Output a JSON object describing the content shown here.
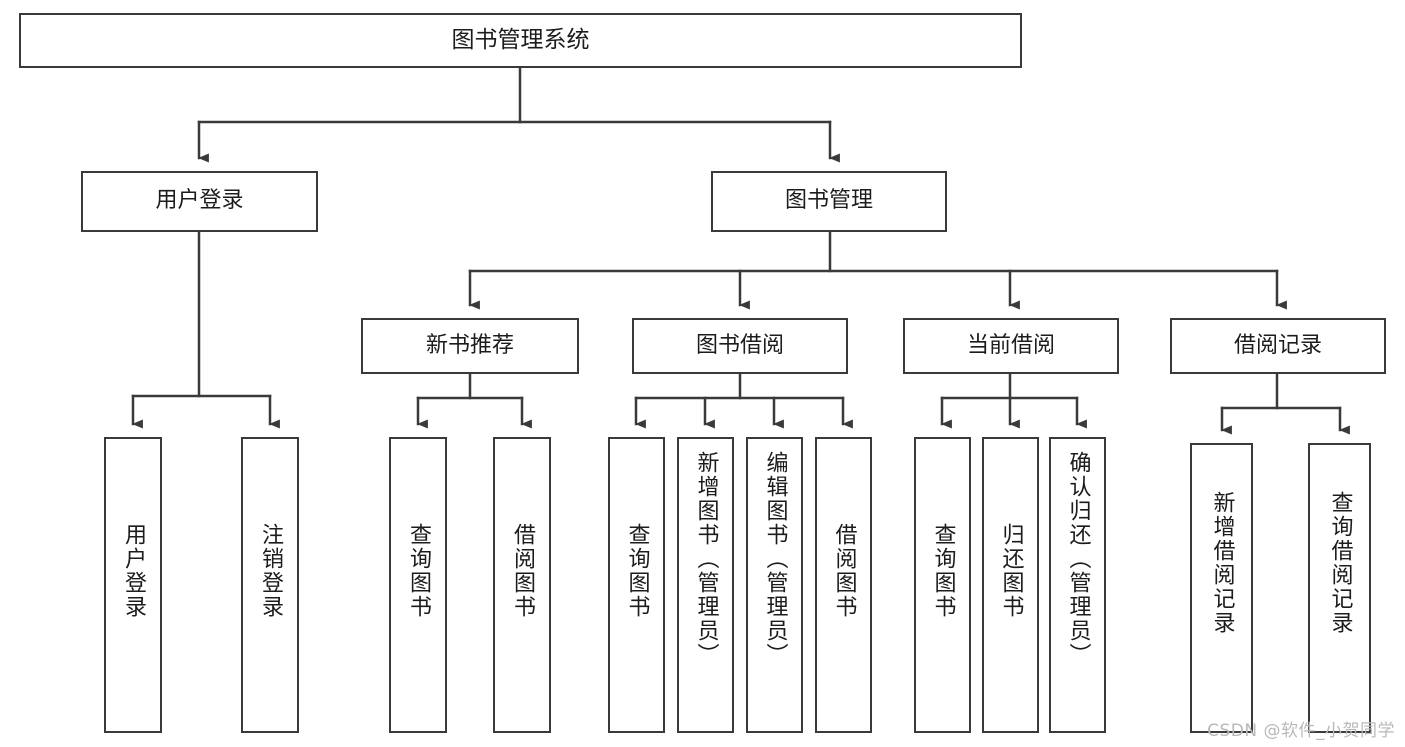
{
  "diagram": {
    "type": "tree-hierarchy",
    "title": "图书管理系统",
    "watermark": "CSDN @软件_小贺同学",
    "colors": {
      "box_border": "#3a3a3a",
      "connector": "#3a3a3a",
      "background": "#ffffff",
      "text": "#1c1c1c",
      "watermark": "#b9b9b9"
    },
    "root": {
      "label": "图书管理系统"
    },
    "level1": [
      {
        "label": "用户登录"
      },
      {
        "label": "图书管理"
      }
    ],
    "level2": [
      {
        "label": "新书推荐"
      },
      {
        "label": "图书借阅"
      },
      {
        "label": "当前借阅"
      },
      {
        "label": "借阅记录"
      }
    ],
    "leaves": {
      "user_login": [
        {
          "label": "用户登录"
        },
        {
          "label": "注销登录"
        }
      ],
      "new_book_recommend": [
        {
          "label": "查询图书"
        },
        {
          "label": "借阅图书"
        }
      ],
      "book_borrow": [
        {
          "label": "查询图书"
        },
        {
          "label": "新增图书（管理员）"
        },
        {
          "label": "编辑图书（管理员）"
        },
        {
          "label": "借阅图书"
        }
      ],
      "current_borrow": [
        {
          "label": "查询图书"
        },
        {
          "label": "归还图书"
        },
        {
          "label": "确认归还（管理员）"
        }
      ],
      "borrow_record": [
        {
          "label": "新增借阅记录"
        },
        {
          "label": "查询借阅记录"
        }
      ]
    }
  }
}
